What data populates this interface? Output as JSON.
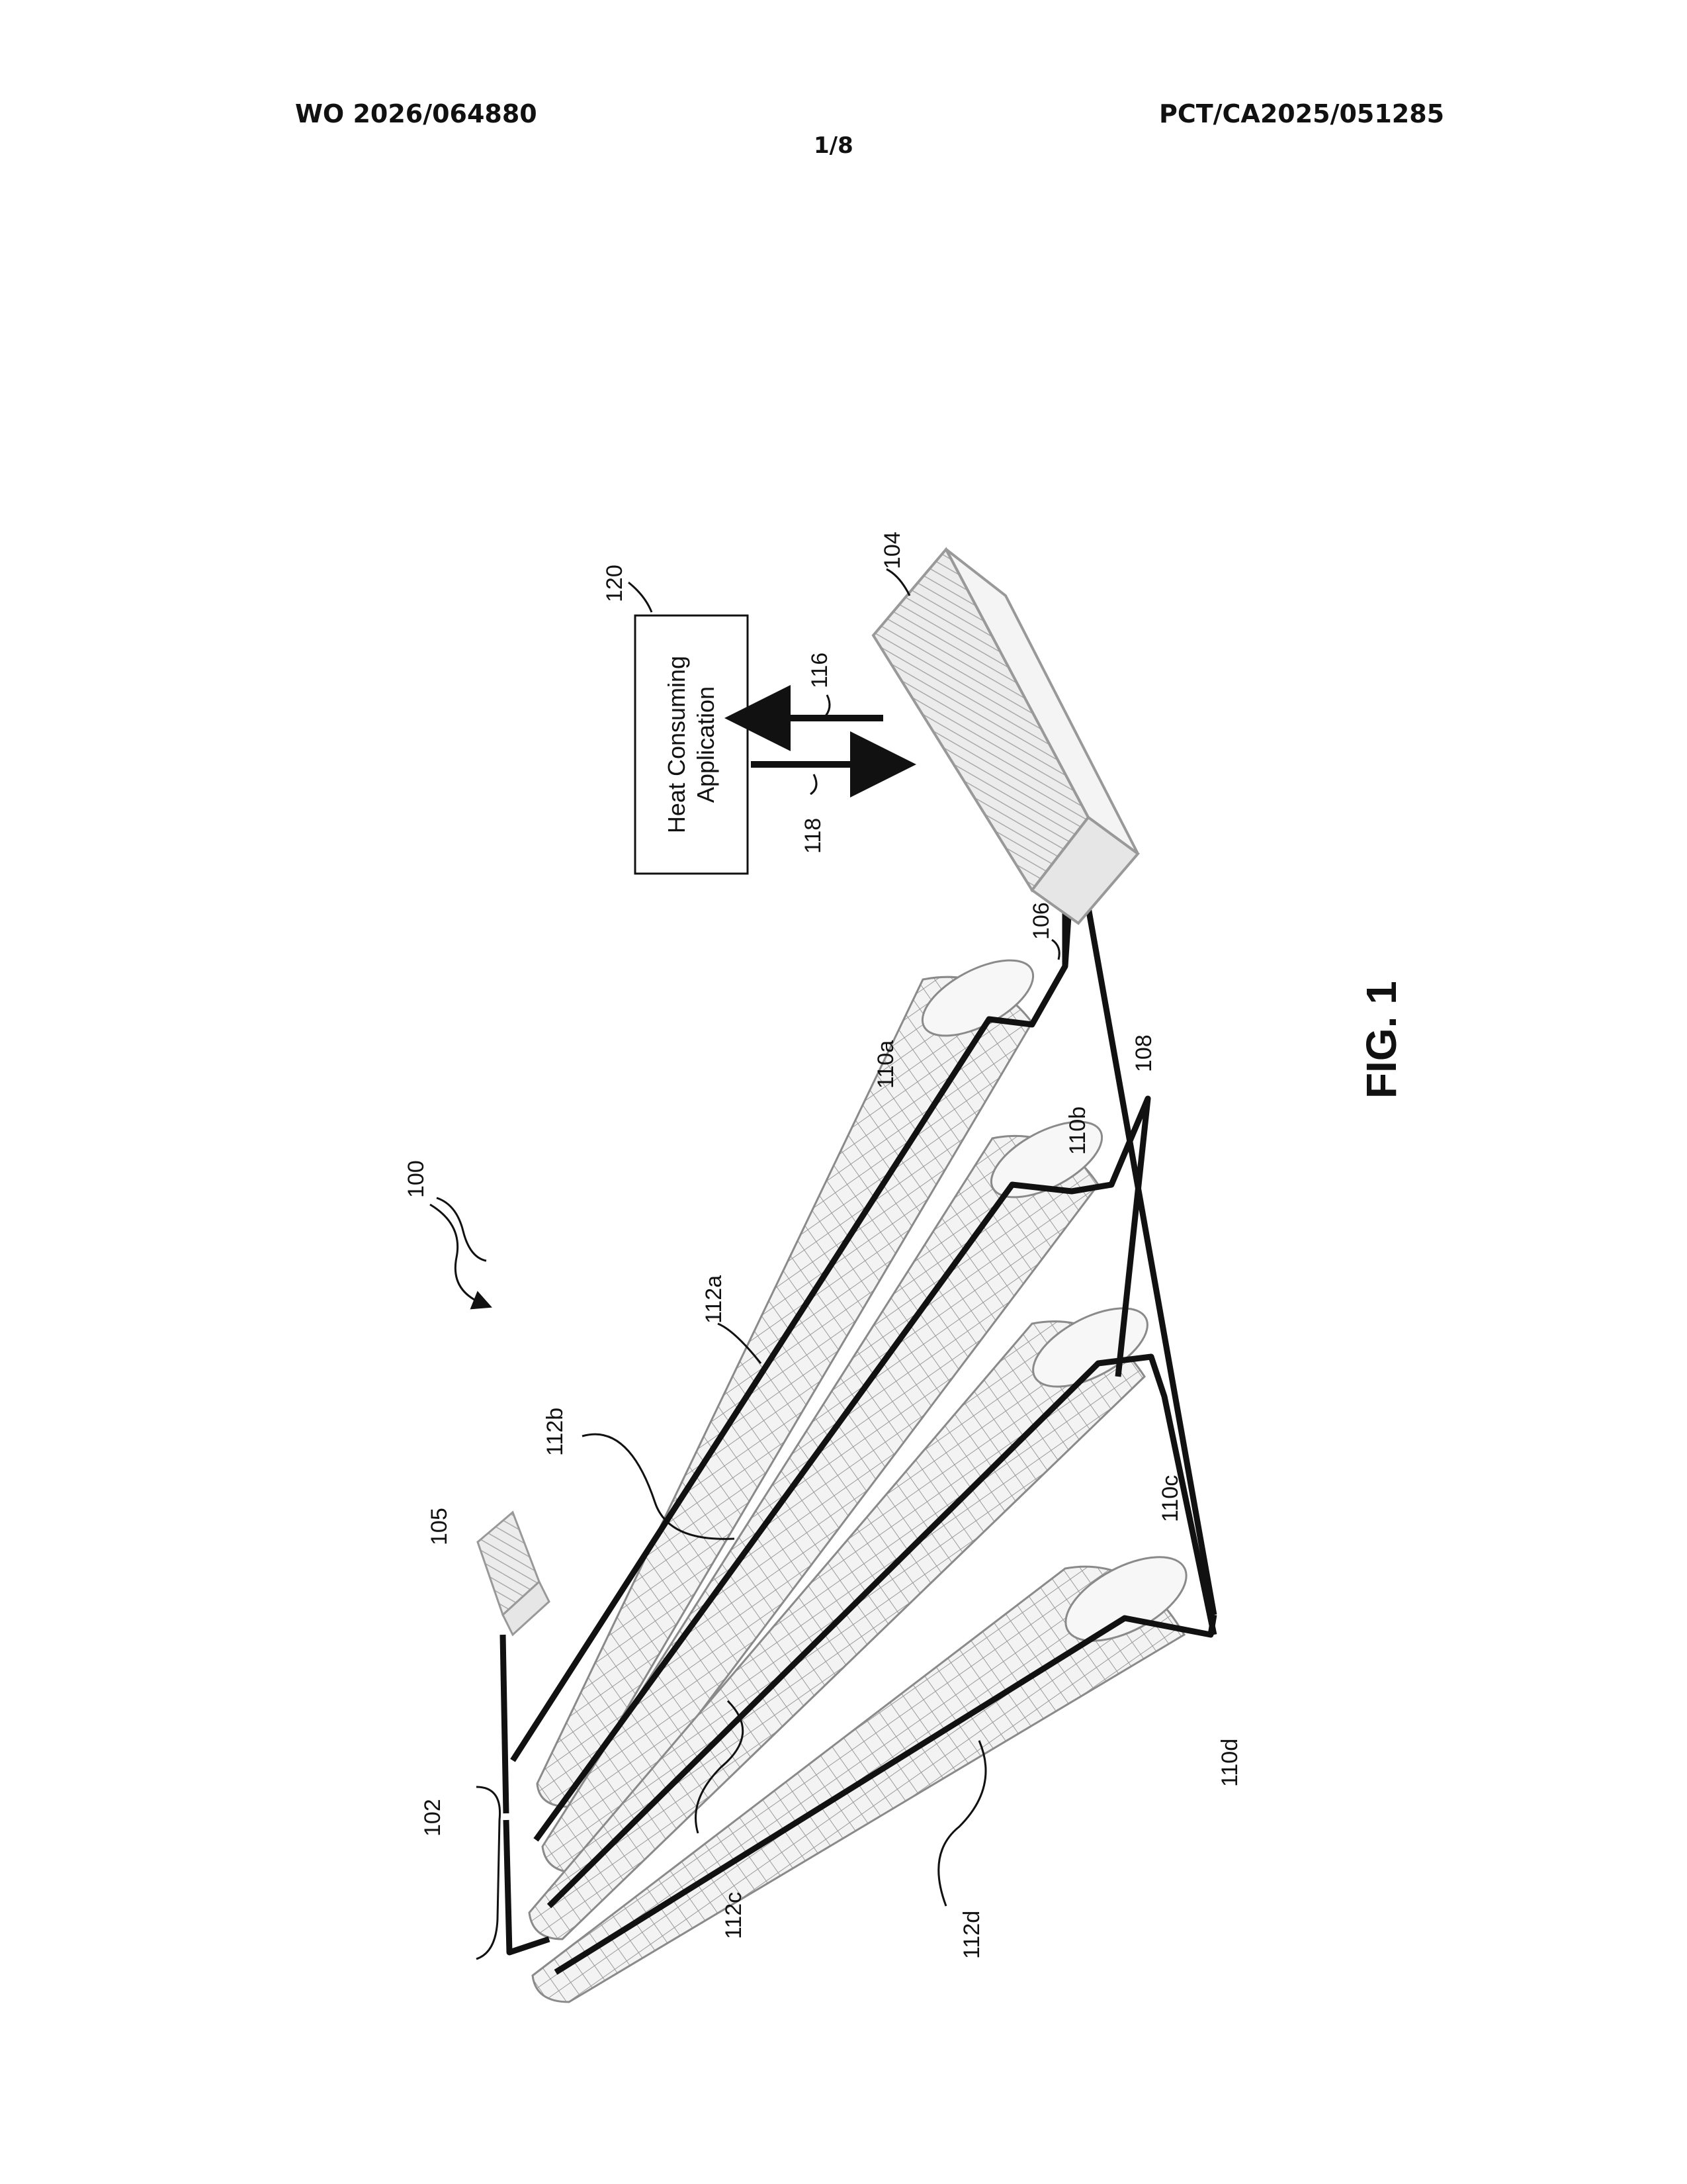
{
  "header": {
    "publication_number": "WO 2026/064880",
    "application_number": "PCT/CA2025/051285",
    "sheet": "1/8"
  },
  "figure": {
    "caption": "FIG. 1",
    "box_text_line1": "Heat Consuming",
    "box_text_line2": "Application",
    "labels": {
      "system": "100",
      "field": "102",
      "unit_main": "104",
      "unit_small": "105",
      "line_106": "106",
      "line_108": "108",
      "cyl_a": "110a",
      "cyl_b": "110b",
      "cyl_c": "110c",
      "cyl_d": "110d",
      "pipe_a": "112a",
      "pipe_b": "112b",
      "pipe_c": "112c",
      "pipe_d": "112d",
      "arrow_116": "116",
      "arrow_118": "118",
      "box_120": "120"
    }
  }
}
